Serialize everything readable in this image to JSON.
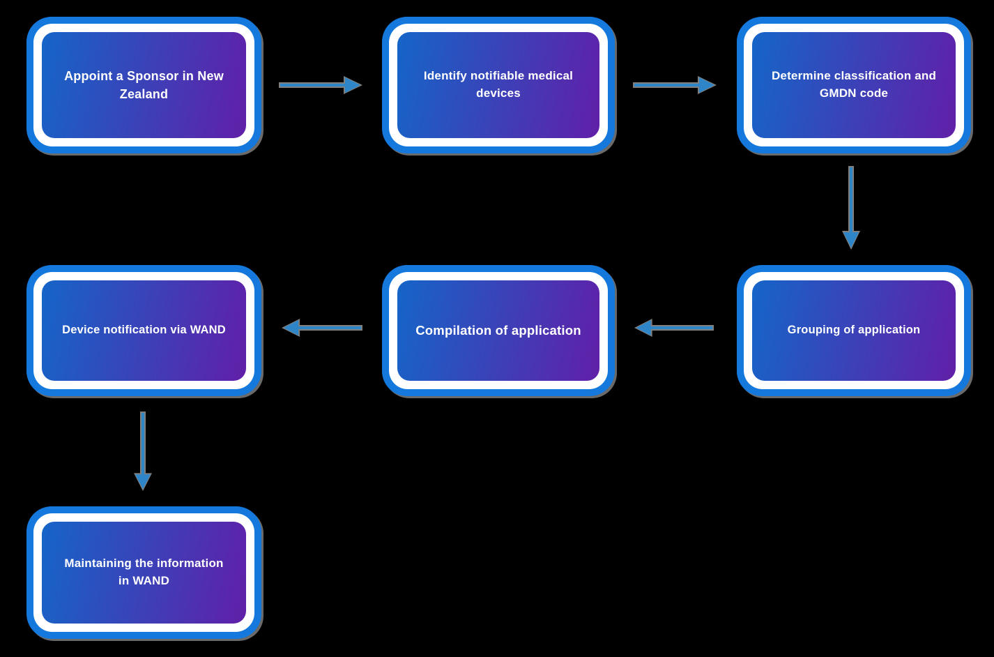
{
  "background": "#000000",
  "palette": {
    "box_border": "#1478dc",
    "box_ring": "#ffffff",
    "gradient_start": "#1565c8",
    "gradient_end": "#611fa8",
    "arrow": "#2e86c8",
    "arrow_shadow": "#7f7f7f",
    "text": "#ffffff"
  },
  "flowchart": {
    "type": "process-flow",
    "nodes": [
      {
        "id": "appoint-sponsor",
        "label": "Appoint a Sponsor in New Zealand"
      },
      {
        "id": "identify-devices",
        "label": "Identify notifiable medical devices"
      },
      {
        "id": "determine-classification",
        "label": "Determine classification and GMDN code"
      },
      {
        "id": "grouping-application",
        "label": "Grouping of application"
      },
      {
        "id": "compilation-application",
        "label": "Compilation of application"
      },
      {
        "id": "device-notification",
        "label": "Device notification via WAND"
      },
      {
        "id": "maintain-wand",
        "label": "Maintaining the information in WAND"
      }
    ],
    "edges": [
      {
        "from": "appoint-sponsor",
        "to": "identify-devices",
        "direction": "right"
      },
      {
        "from": "identify-devices",
        "to": "determine-classification",
        "direction": "right"
      },
      {
        "from": "determine-classification",
        "to": "grouping-application",
        "direction": "down"
      },
      {
        "from": "grouping-application",
        "to": "compilation-application",
        "direction": "left"
      },
      {
        "from": "compilation-application",
        "to": "device-notification",
        "direction": "left"
      },
      {
        "from": "device-notification",
        "to": "maintain-wand",
        "direction": "down"
      }
    ]
  }
}
